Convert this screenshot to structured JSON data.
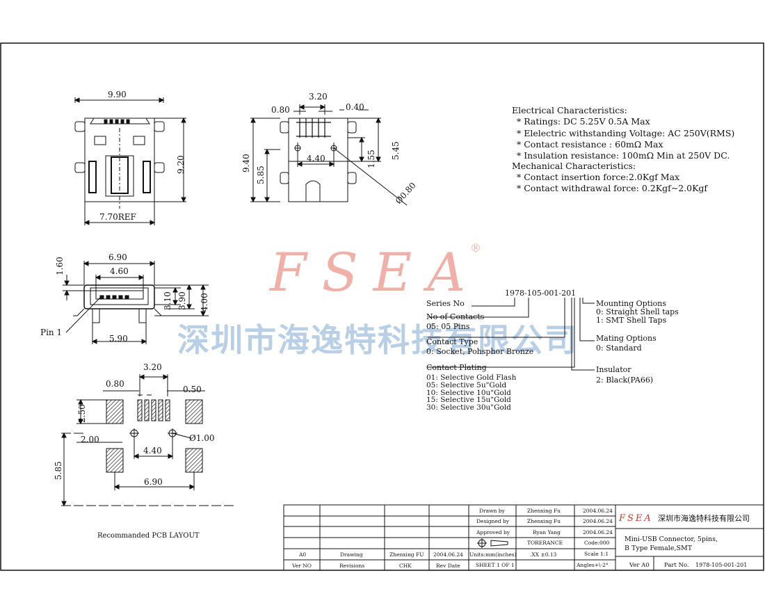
{
  "watermark": {
    "logo": "FSEA",
    "registered": "®",
    "company_cn": "深圳市海逸特科技有限公司"
  },
  "top_view": {
    "width": "9.90",
    "height": "9.20",
    "ref": "7.70REF"
  },
  "side_view": {
    "d1": "3.20",
    "d2": "0.80",
    "d3": "0.40",
    "d4": "9.40",
    "d5": "5.85",
    "d6": "4.40",
    "d7": "1.55",
    "d8": "5.45",
    "d9": "Ø0.80"
  },
  "front_view": {
    "w1": "6.90",
    "w2": "4.60",
    "h1": "1.60",
    "h2": "3.10",
    "h3": "3.90",
    "h4": "4.00",
    "bottom": "5.90",
    "pin_label": "Pin 1"
  },
  "pcb": {
    "d1": "3.20",
    "d2": "0.80",
    "d3": "0.50",
    "d4": "2.50",
    "d5": "2.00",
    "d6": "Ø1.00",
    "d7": "4.40",
    "d8": "5.85",
    "d9": "6.90",
    "caption": "Recommanded PCB LAYOUT"
  },
  "specs": {
    "electrical_title": "Electrical Characteristics:",
    "electrical": [
      "* Ratings: DC 5.25V 0.5A Max",
      "* Elelectric withstanding Voltage: AC 250V(RMS)",
      "* Contact resistance : 60mΩ Max",
      "* Insulation resistance: 100mΩ Min at 250V DC."
    ],
    "mechanical_title": "Mechanical Characteristics:",
    "mechanical": [
      "* Contact insertion force:2.0Kgf Max",
      "* Contact withdrawal force: 0.2Kgf~2.0Kgf"
    ]
  },
  "part_number": {
    "code": "1978-105-001-201",
    "left": {
      "series": "Series No",
      "contacts": "No of Contacts",
      "contacts_val": "05: 05 Pins",
      "type": "Contact Type",
      "type_val": "0: Socket, Pohsphor Bronze",
      "plating": "Contact Plating",
      "plating_vals": [
        "01: Selective Gold Flash",
        "05: Selective 5u\"Gold",
        "10: Selective 10u\"Gold",
        "15: Selective 15u\"Gold",
        "30: Selective 30u\"Gold"
      ]
    },
    "right": {
      "mounting": "Mounting Options",
      "mounting_vals": [
        "0: Straight Shell taps",
        "1: SMT Shell Taps"
      ],
      "mating": "Mating Options",
      "mating_val": "0: Standard",
      "insulator": "Insulator",
      "insulator_val": "2: Black(PA66)"
    }
  },
  "title_block": {
    "drawn_label": "Drawn by",
    "drawn_name": "Zhenxing Fu",
    "drawn_date": "2004.06.24",
    "designed_label": "Designed by",
    "designed_name": "Zhenxing Fu",
    "designed_date": "2004.06.24",
    "approved_label": "Approved by",
    "approved_name": "Ryan Yang",
    "approved_date": "2004.06.24",
    "tolerance_label": "TORERANCE",
    "code": "Code:000",
    "units": "Units:mm(inches)",
    "tol_value": ".XX  ±0.13",
    "scale": "Scale 1:1",
    "sheet": "SHEET 1 OF 1",
    "angles": "Angles+\\-2°",
    "rev_row": [
      "A0",
      "Drawing",
      "Zhenxing FU",
      "2004.06.24"
    ],
    "header_row": [
      "Ver NO",
      "Revisions",
      "CHK",
      "Rev Date"
    ],
    "logo": "FSEA",
    "company": "深圳市海逸特科技有限公司",
    "title_line1": "Mini-USB Connector,  5pins,",
    "title_line2": "B Type Female,SMT",
    "ver": "Ver A0",
    "part_no_label": "Part No.",
    "part_no": "1978-105-001-201"
  }
}
